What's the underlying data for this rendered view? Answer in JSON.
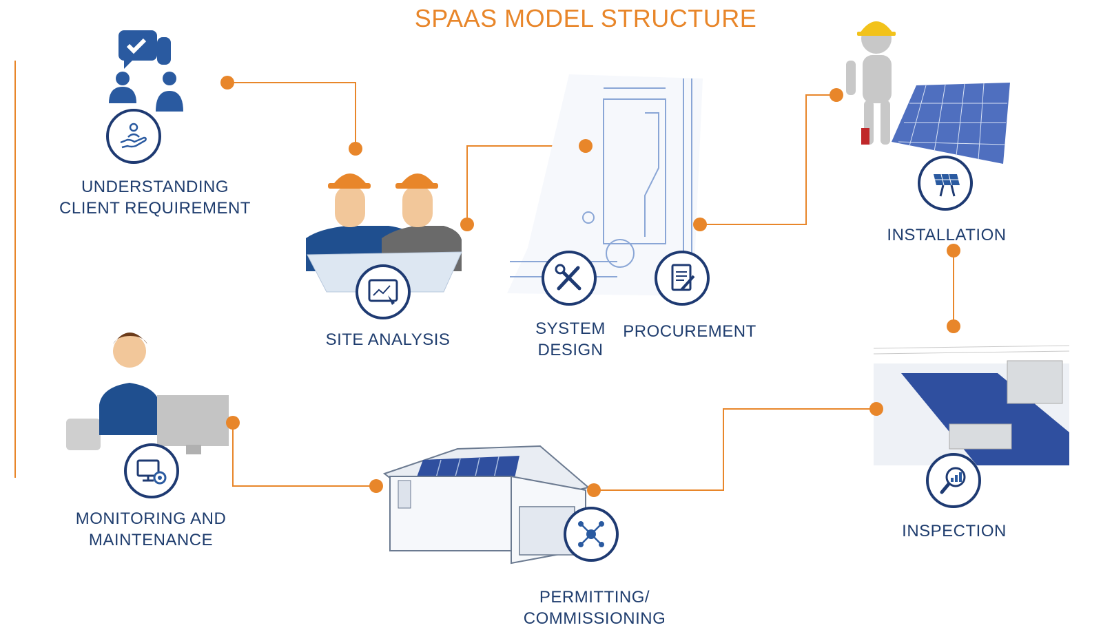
{
  "title": "SPAAS MODEL STRUCTURE",
  "steps": [
    {
      "id": "understanding",
      "line1": "UNDERSTANDING",
      "line2": "CLIENT REQUIREMENT",
      "icon": "hand-person-icon"
    },
    {
      "id": "site-analysis",
      "line1": "SITE ANALYSIS",
      "icon": "tablet-chart-icon"
    },
    {
      "id": "system-design",
      "line1": "SYSTEM",
      "line2": "DESIGN",
      "icon": "tools-icon"
    },
    {
      "id": "procurement",
      "line1": "PROCUREMENT",
      "icon": "document-icon"
    },
    {
      "id": "installation",
      "line1": "INSTALLATION",
      "icon": "solar-panel-icon"
    },
    {
      "id": "inspection",
      "line1": "INSPECTION",
      "icon": "magnifier-chart-icon"
    },
    {
      "id": "permitting",
      "line1": "PERMITTING/",
      "line2": "COMMISSIONING",
      "icon": "network-icon"
    },
    {
      "id": "monitoring",
      "line1": "MONITORING AND",
      "line2": "MAINTENANCE",
      "icon": "computer-gear-icon"
    }
  ],
  "colors": {
    "accent": "#e8862a",
    "navy": "#1e3a72",
    "text": "#1f3d6e",
    "blueprint": "#8aa6d6"
  }
}
